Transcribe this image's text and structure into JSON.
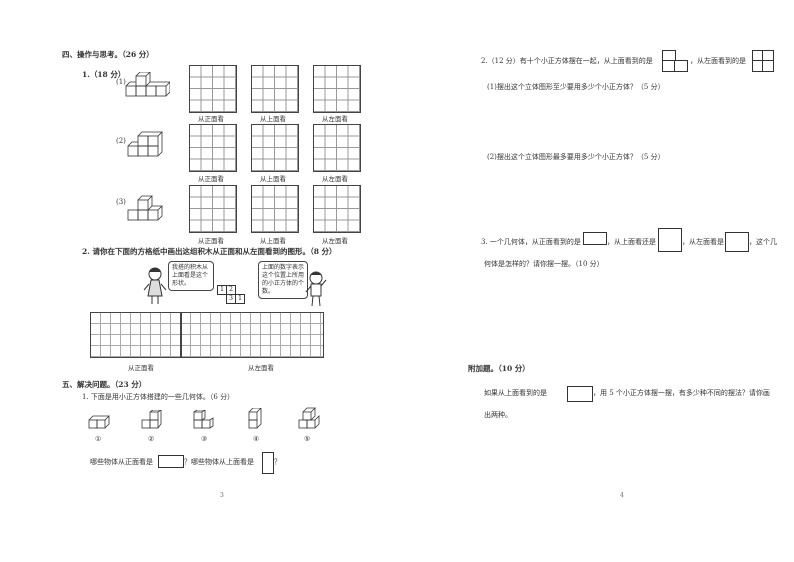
{
  "left": {
    "section4_title": "四、操作与思考。（26 分）",
    "q1_title": "1.（18 分）",
    "q1_items": [
      "(1)",
      "(2)",
      "(3)"
    ],
    "view_labels": [
      "从正面看",
      "从上面看",
      "从左面看"
    ],
    "q2_title": "2. 请你在下面的方格纸中画出这组积木从正面和从左面看到的图形。（8 分）",
    "bubble_girl": "我搭的积木从上面看是这个形状。",
    "bubble_boy": "上面的数字表示这个位置上所用的小正方体的个数。",
    "top_view_numbers": [
      "1",
      "2",
      "3",
      "1"
    ],
    "grid_labels": [
      "从正面看",
      "从左面看"
    ],
    "section5_title": "五、解决问题。（23 分）",
    "q5_1": "1. 下面是用小正方体搭建的一些几何体。（6 分）",
    "shape_labels": [
      "①",
      "②",
      "③",
      "④",
      "⑤"
    ],
    "q5_1_text_a": "哪些物体从正面看是",
    "q5_1_text_b": "？哪些物体从上面看是",
    "q5_1_text_c": "？",
    "page_number": "3"
  },
  "right": {
    "q2_a": "2.（12 分）有十个小正方体摆在一起，从上面看到的是",
    "q2_b": "，从左面看到的是",
    "q2_sub1": "(1)摆出这个立体图形至少要用多少个小正方体？（5 分）",
    "q2_sub2": "(2)摆出这个立体图形最多要用多少个小正方体？（5 分）",
    "q3_a": "3. 一个几何体，从正面看到的是",
    "q3_b": "，从上面看还是",
    "q3_c": "，从左面看是",
    "q3_d": "，这个几",
    "q3_line2": "何体是怎样的？请你摆一摆。（10 分）",
    "bonus_title": "附加题。（10 分）",
    "bonus_a": "如果从上面看到的是",
    "bonus_b": "，用 5 个小正方体摆一摆，有多少种不同的摆法？请你画",
    "bonus_line2": "出两种。",
    "page_number": "4"
  }
}
